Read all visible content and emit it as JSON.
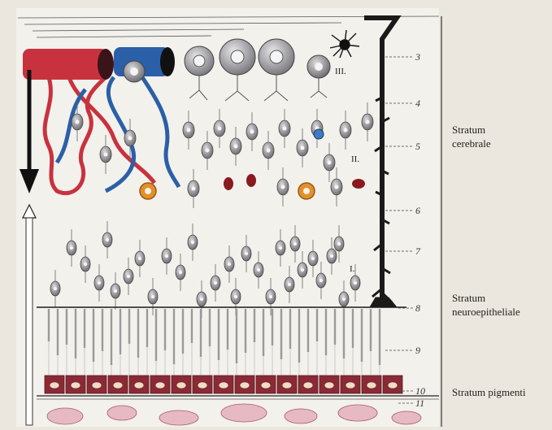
{
  "layer_numbers": [
    "3",
    "4",
    "5",
    "6",
    "7",
    "8",
    "9",
    "10",
    "11"
  ],
  "roman_numerals": [
    "III.",
    "II.",
    "I."
  ],
  "strata": {
    "cerebrale": [
      "Stratum",
      "cerebrale"
    ],
    "neuroepitheliale": [
      "Stratum",
      "neuroepitheliale"
    ],
    "pigmenti": "Stratum pigmenti"
  },
  "colors": {
    "background": "#ebe7df",
    "artery": "#c8323f",
    "vein": "#2b5fa8",
    "pigment": "#8a2a35",
    "cell": "#7d7d80"
  }
}
